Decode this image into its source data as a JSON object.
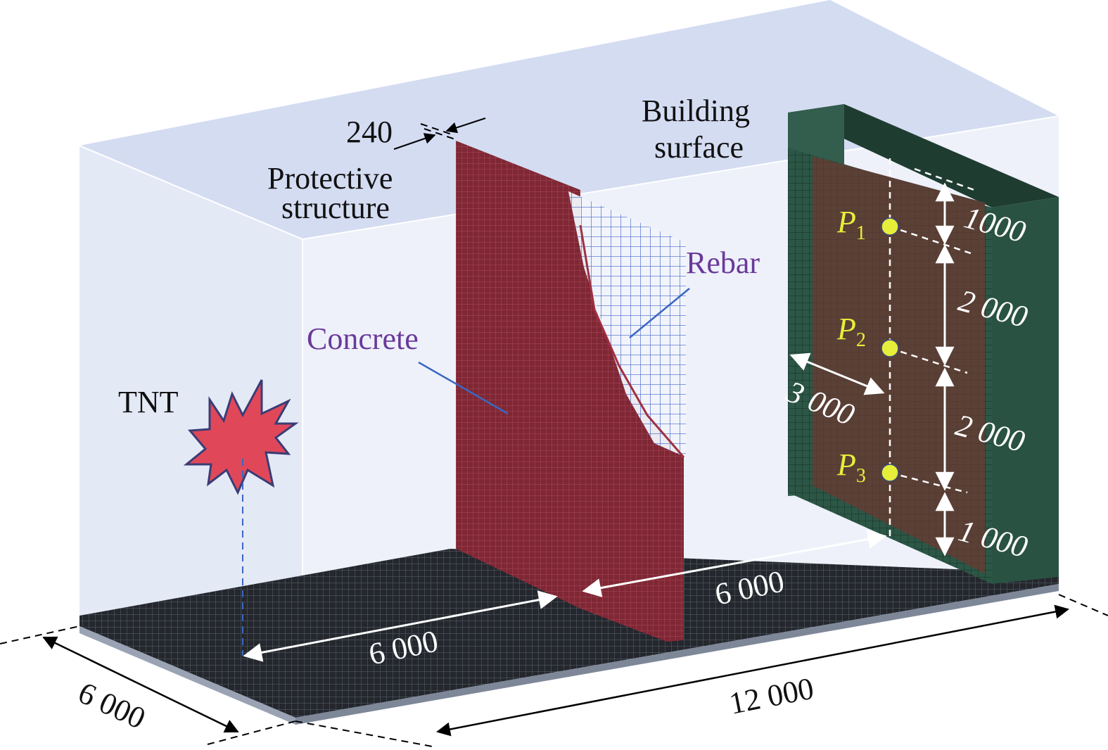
{
  "labels": {
    "thickness": "240",
    "protective_structure_line1": "Protective",
    "protective_structure_line2": "structure",
    "building_surface_line1": "Building",
    "building_surface_line2": "surface",
    "rebar": "Rebar",
    "concrete": "Concrete",
    "tnt": "TNT"
  },
  "points": [
    {
      "letter": "P",
      "sub": "1"
    },
    {
      "letter": "P",
      "sub": "2"
    },
    {
      "letter": "P",
      "sub": "3"
    }
  ],
  "dimensions": {
    "wall_top_segment": "1000",
    "wall_mid_upper_segment": "2 000",
    "wall_mid_lower_segment": "2 000",
    "wall_bottom_segment": "1 000",
    "standoff_to_wall": "3 000",
    "tnt_to_barrier": "6 000",
    "barrier_to_building": "6 000",
    "domain_length": "12 000",
    "domain_width": "6 000"
  },
  "colors": {
    "air_domain_side": "#e9edf8",
    "air_domain_top": "#d3dcf2",
    "ground_mesh": "#2a2d33",
    "concrete": "#8a2f3e",
    "rebar": "#3a5fc8",
    "building": "#2f5a48",
    "building_face": "#5a3f35",
    "tnt": "#e0485a",
    "point_marker": "#e7ee3a",
    "label_purple": "#6a3a9a",
    "dimension": "#ffffff"
  }
}
